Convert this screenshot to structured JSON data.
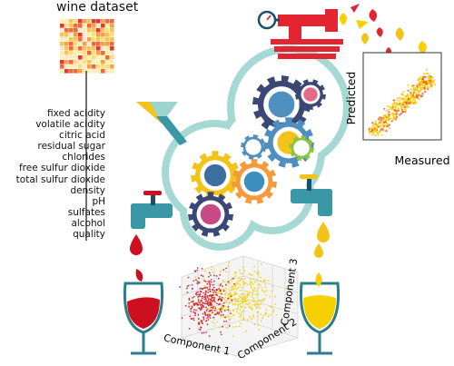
{
  "dataset": {
    "title": "wine dataset",
    "features": [
      "fixed acidity",
      "volatile acidity",
      "citric acid",
      "residual sugar",
      "chlorides",
      "free sulfur dioxide",
      "total sulfur dioxide",
      "density",
      "pH",
      "sulfates",
      "alcohol",
      "quality"
    ]
  },
  "scatter_plot": {
    "xlabel": "Measured",
    "ylabel": "Predicted"
  },
  "pca_plot": {
    "axis_1": "Component 1",
    "axis_2": "Component 2",
    "axis_3": "Component 3"
  },
  "colors": {
    "red_wine": "#cc1020",
    "white_wine": "#f6d000",
    "pipe": "#e32532",
    "gear_outline": "#3b4775",
    "cloud": "#a6d9d4",
    "tap": "#3a97a5"
  }
}
